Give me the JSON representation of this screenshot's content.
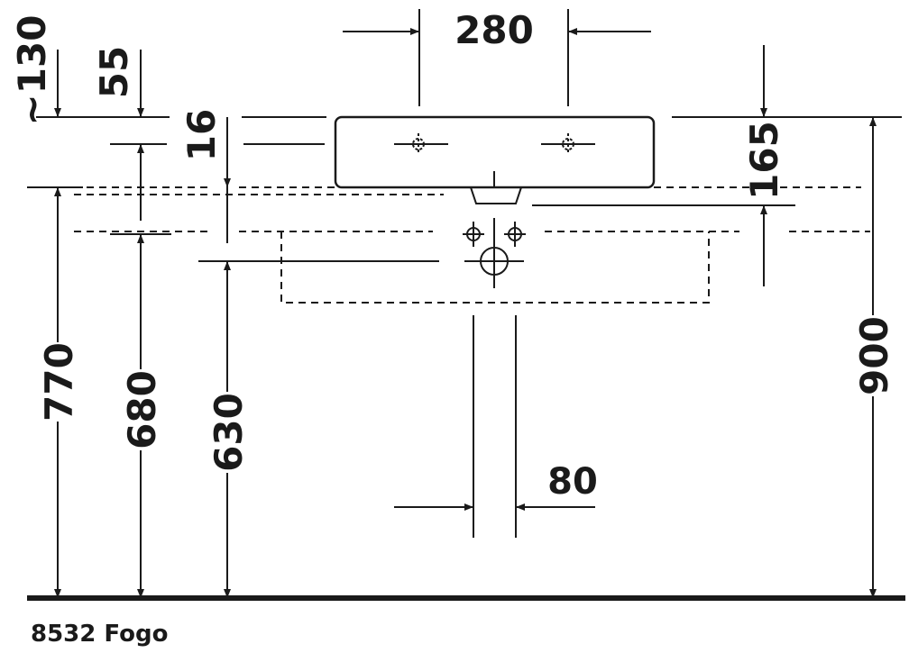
{
  "drawing": {
    "dimensions": {
      "top_width": "280",
      "approx_130": "~130",
      "d55": "55",
      "d16": "16",
      "d165": "165",
      "d770": "770",
      "d680": "680",
      "d630": "630",
      "d900": "900",
      "d80": "80"
    },
    "caption": "8532 Fogo",
    "colors": {
      "ink": "#1a1a1a",
      "background": "#ffffff"
    }
  }
}
